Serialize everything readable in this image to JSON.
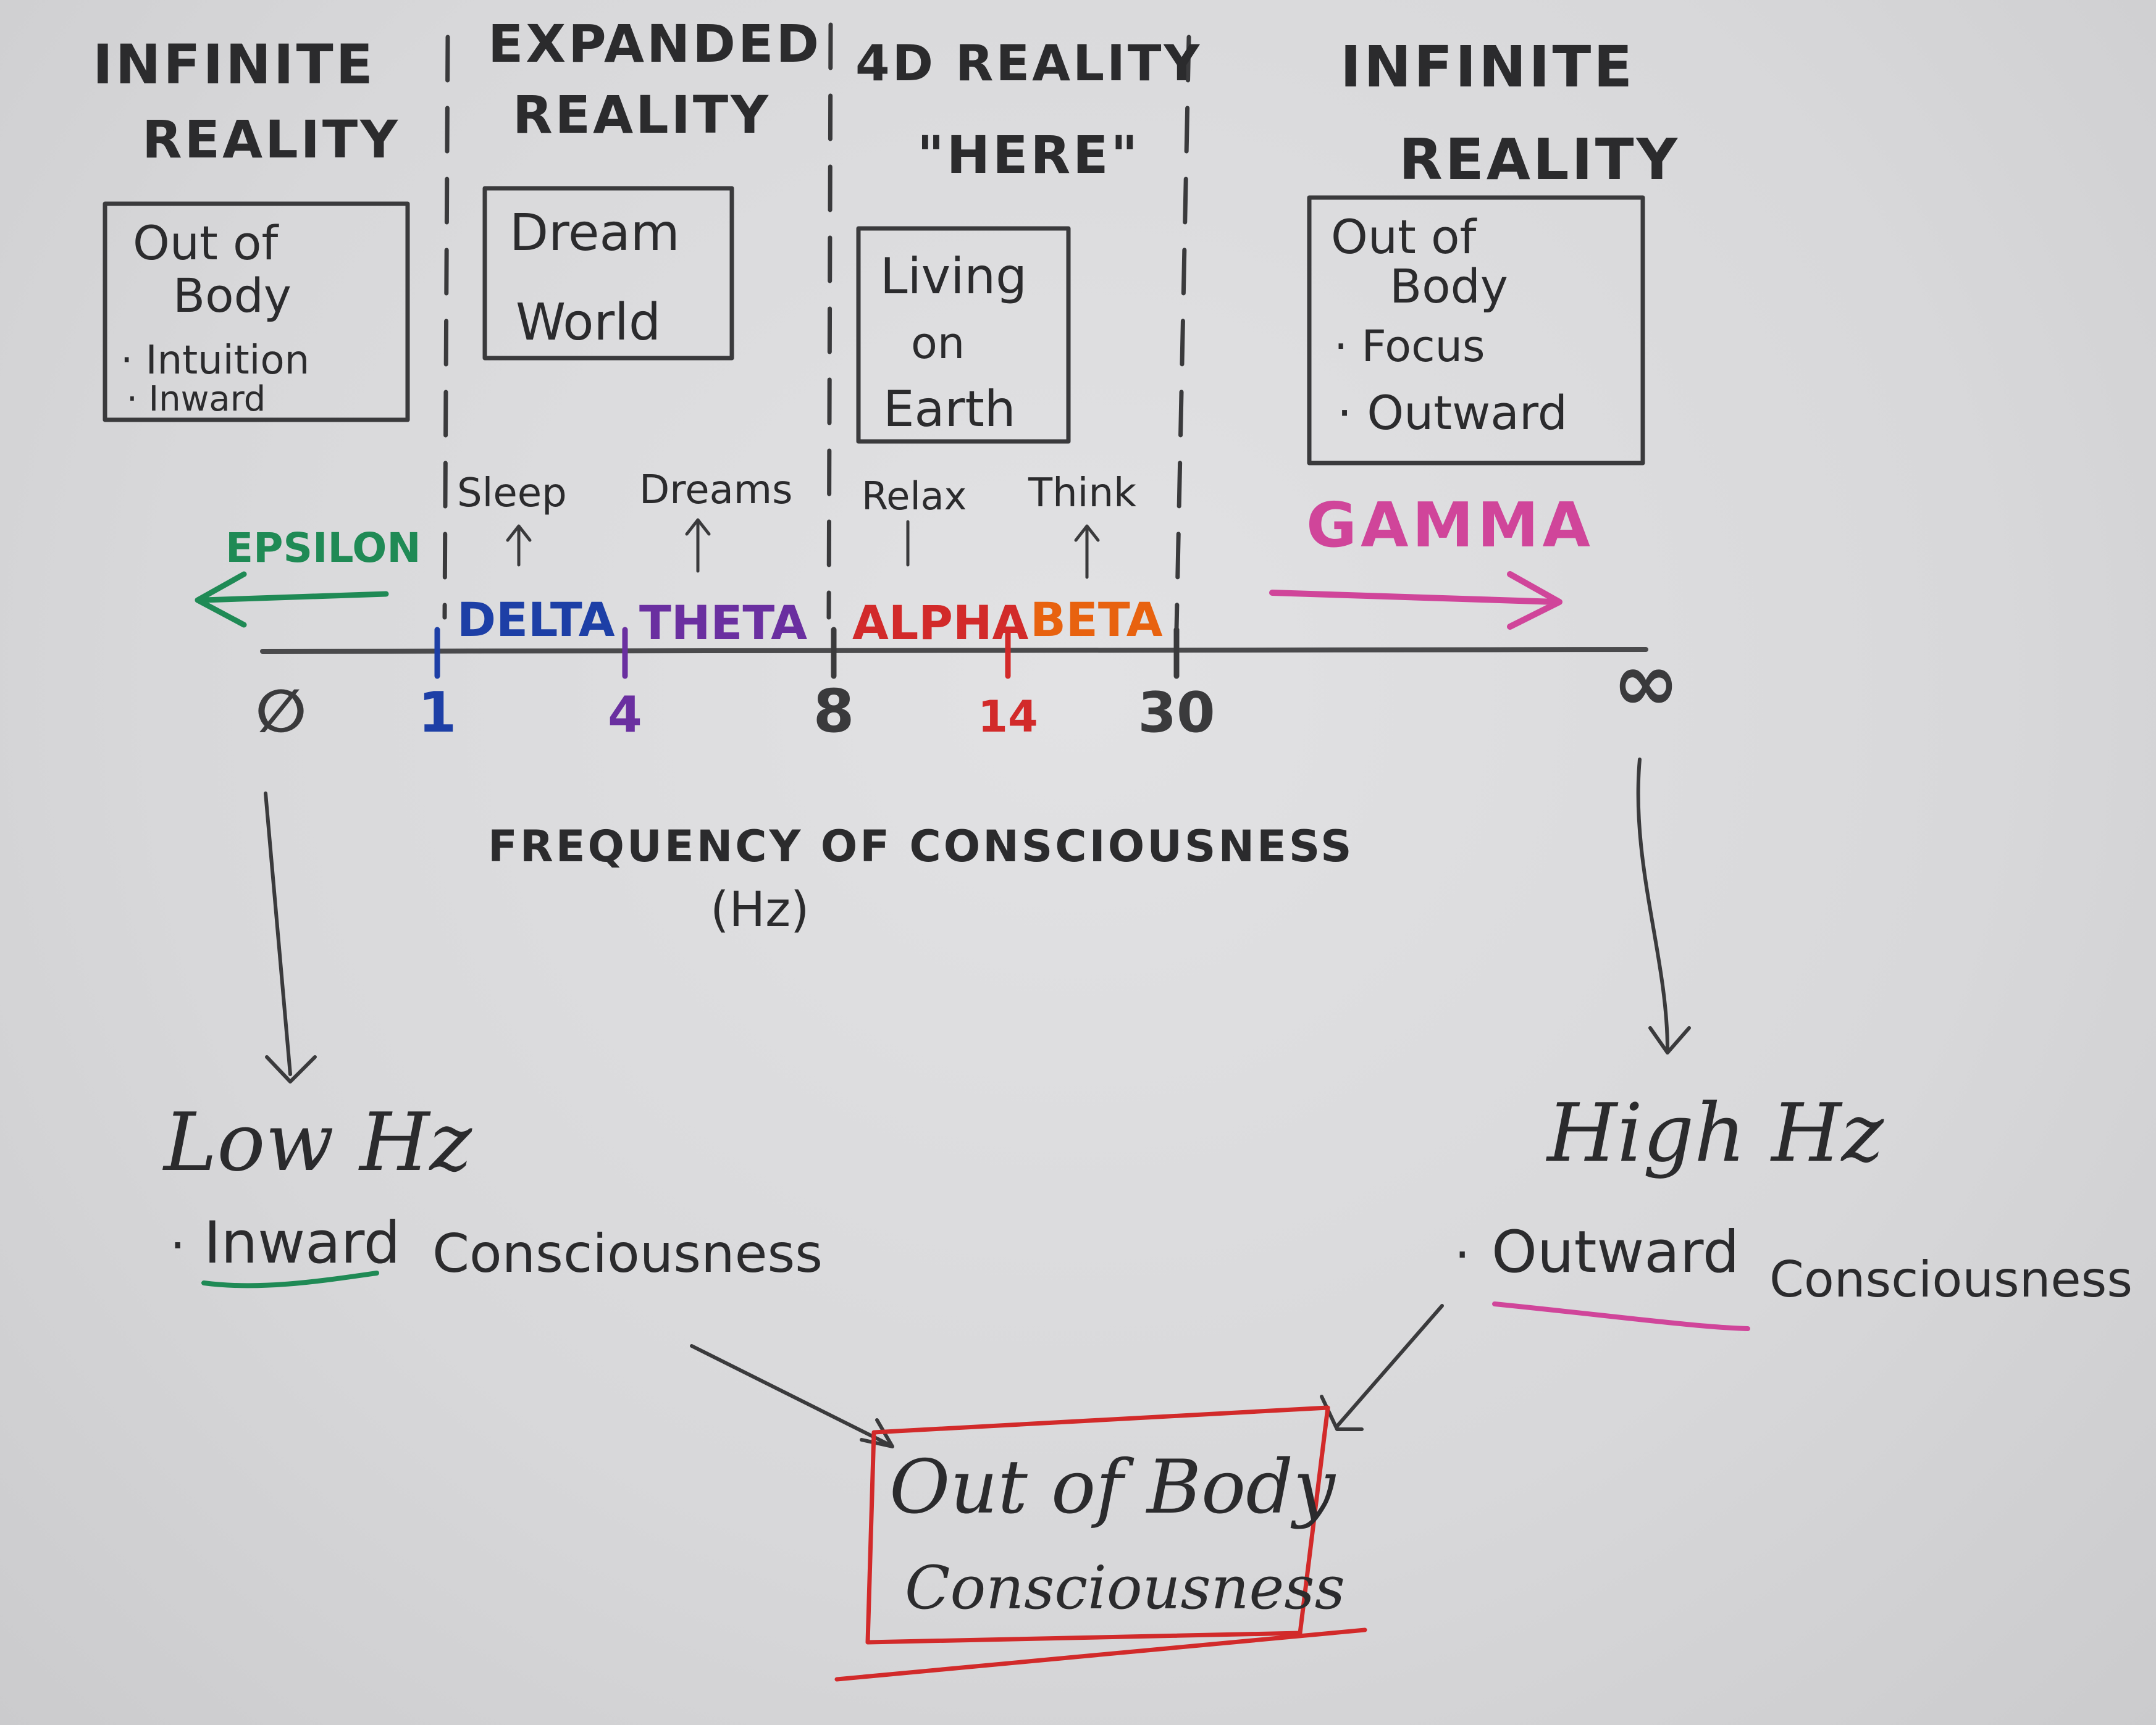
{
  "regions": [
    {
      "heading": [
        "INFINITE",
        "REALITY"
      ],
      "box_lines": [
        "Out of",
        "Body",
        "· Intuition",
        "· Inward"
      ]
    },
    {
      "heading": [
        "EXPANDED",
        "REALITY"
      ],
      "box_lines": [
        "Dream",
        "World"
      ]
    },
    {
      "heading": [
        "4D REALITY",
        "\"HERE\""
      ],
      "box_lines": [
        "Living",
        "on",
        "Earth"
      ]
    },
    {
      "heading": [
        "INFINITE",
        "REALITY"
      ],
      "box_lines": [
        "Out of",
        "Body",
        "· Focus",
        "· Outward"
      ]
    }
  ],
  "states": [
    {
      "label": "Sleep"
    },
    {
      "label": "Dreams"
    },
    {
      "label": "Relax"
    },
    {
      "label": "Think"
    }
  ],
  "bands": [
    {
      "name": "EPSILON",
      "color": "#1f8a55"
    },
    {
      "name": "DELTA",
      "color": "#1d3fa6"
    },
    {
      "name": "THETA",
      "color": "#6a2fa0"
    },
    {
      "name": "ALPHA",
      "color": "#d22a2a"
    },
    {
      "name": "BETA",
      "color": "#e8620f"
    },
    {
      "name": "GAMMA",
      "color": "#d0459a"
    }
  ],
  "axis": {
    "ticks": [
      {
        "label": "∅",
        "color": "#3a3a3c"
      },
      {
        "label": "1",
        "color": "#1d3fa6"
      },
      {
        "label": "4",
        "color": "#6a2fa0"
      },
      {
        "label": "8",
        "color": "#3a3a3c"
      },
      {
        "label": "14",
        "color": "#d22a2a"
      },
      {
        "label": "30",
        "color": "#3a3a3c"
      },
      {
        "label": "∞",
        "color": "#3a3a3c"
      }
    ],
    "title": "FREQUENCY OF CONSCIOUSNESS",
    "unit": "(Hz)"
  },
  "low": {
    "title": "Low Hz",
    "bullet": "·",
    "keyword": "Inward",
    "rest": "Consciousness",
    "underline_color": "#1f8a55"
  },
  "high": {
    "title": "High Hz",
    "bullet": "·",
    "keyword": "Outward",
    "rest": "Consciousness",
    "underline_color": "#d0459a"
  },
  "bottom": {
    "lines": [
      "Out of Body",
      "Consciousness"
    ],
    "border_color": "#d22a2a"
  }
}
